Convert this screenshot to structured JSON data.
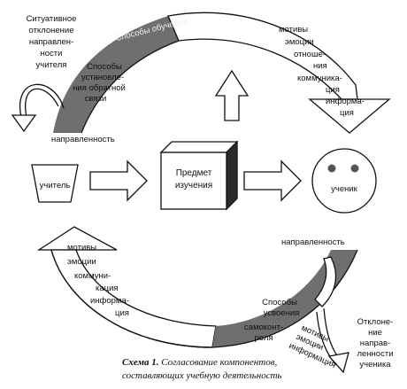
{
  "top_left": {
    "deviation_lines": [
      "Ситуативное",
      "отклонение",
      "направлен-",
      "ности",
      "учителя"
    ],
    "orientation": "направленность",
    "methods_label": "Способы обучения",
    "feedback_lines": [
      "Способы",
      "установле-",
      "ния обратной",
      "связи"
    ]
  },
  "top_right": {
    "lines": [
      "мотивы",
      "эмоции",
      "отноше-",
      "ния",
      "коммуника-",
      "ция",
      "информа-",
      "ция"
    ]
  },
  "middle": {
    "teacher": "учитель",
    "subject_lines": [
      "Предмет",
      "изучения"
    ],
    "student": "ученик"
  },
  "bottom_left": {
    "lines": [
      "мотивы",
      "эмоции",
      "коммуни-",
      "кация",
      "информа-",
      "ция"
    ]
  },
  "bottom_right": {
    "orientation": "направленность",
    "learning_lines": [
      "Способы",
      "усвоения"
    ],
    "selfcontrol_lines": [
      "самоконт-",
      "роля"
    ],
    "small_lines": [
      "мотивы",
      "эмоции",
      "информация"
    ],
    "deviation_lines": [
      "Отклоне-",
      "ние",
      "направ-",
      "ленности",
      "ученика"
    ]
  },
  "caption": {
    "number": "Схема 1.",
    "line1": "Согласование компонентов,",
    "line2": "составляющих учебную деятельность"
  }
}
